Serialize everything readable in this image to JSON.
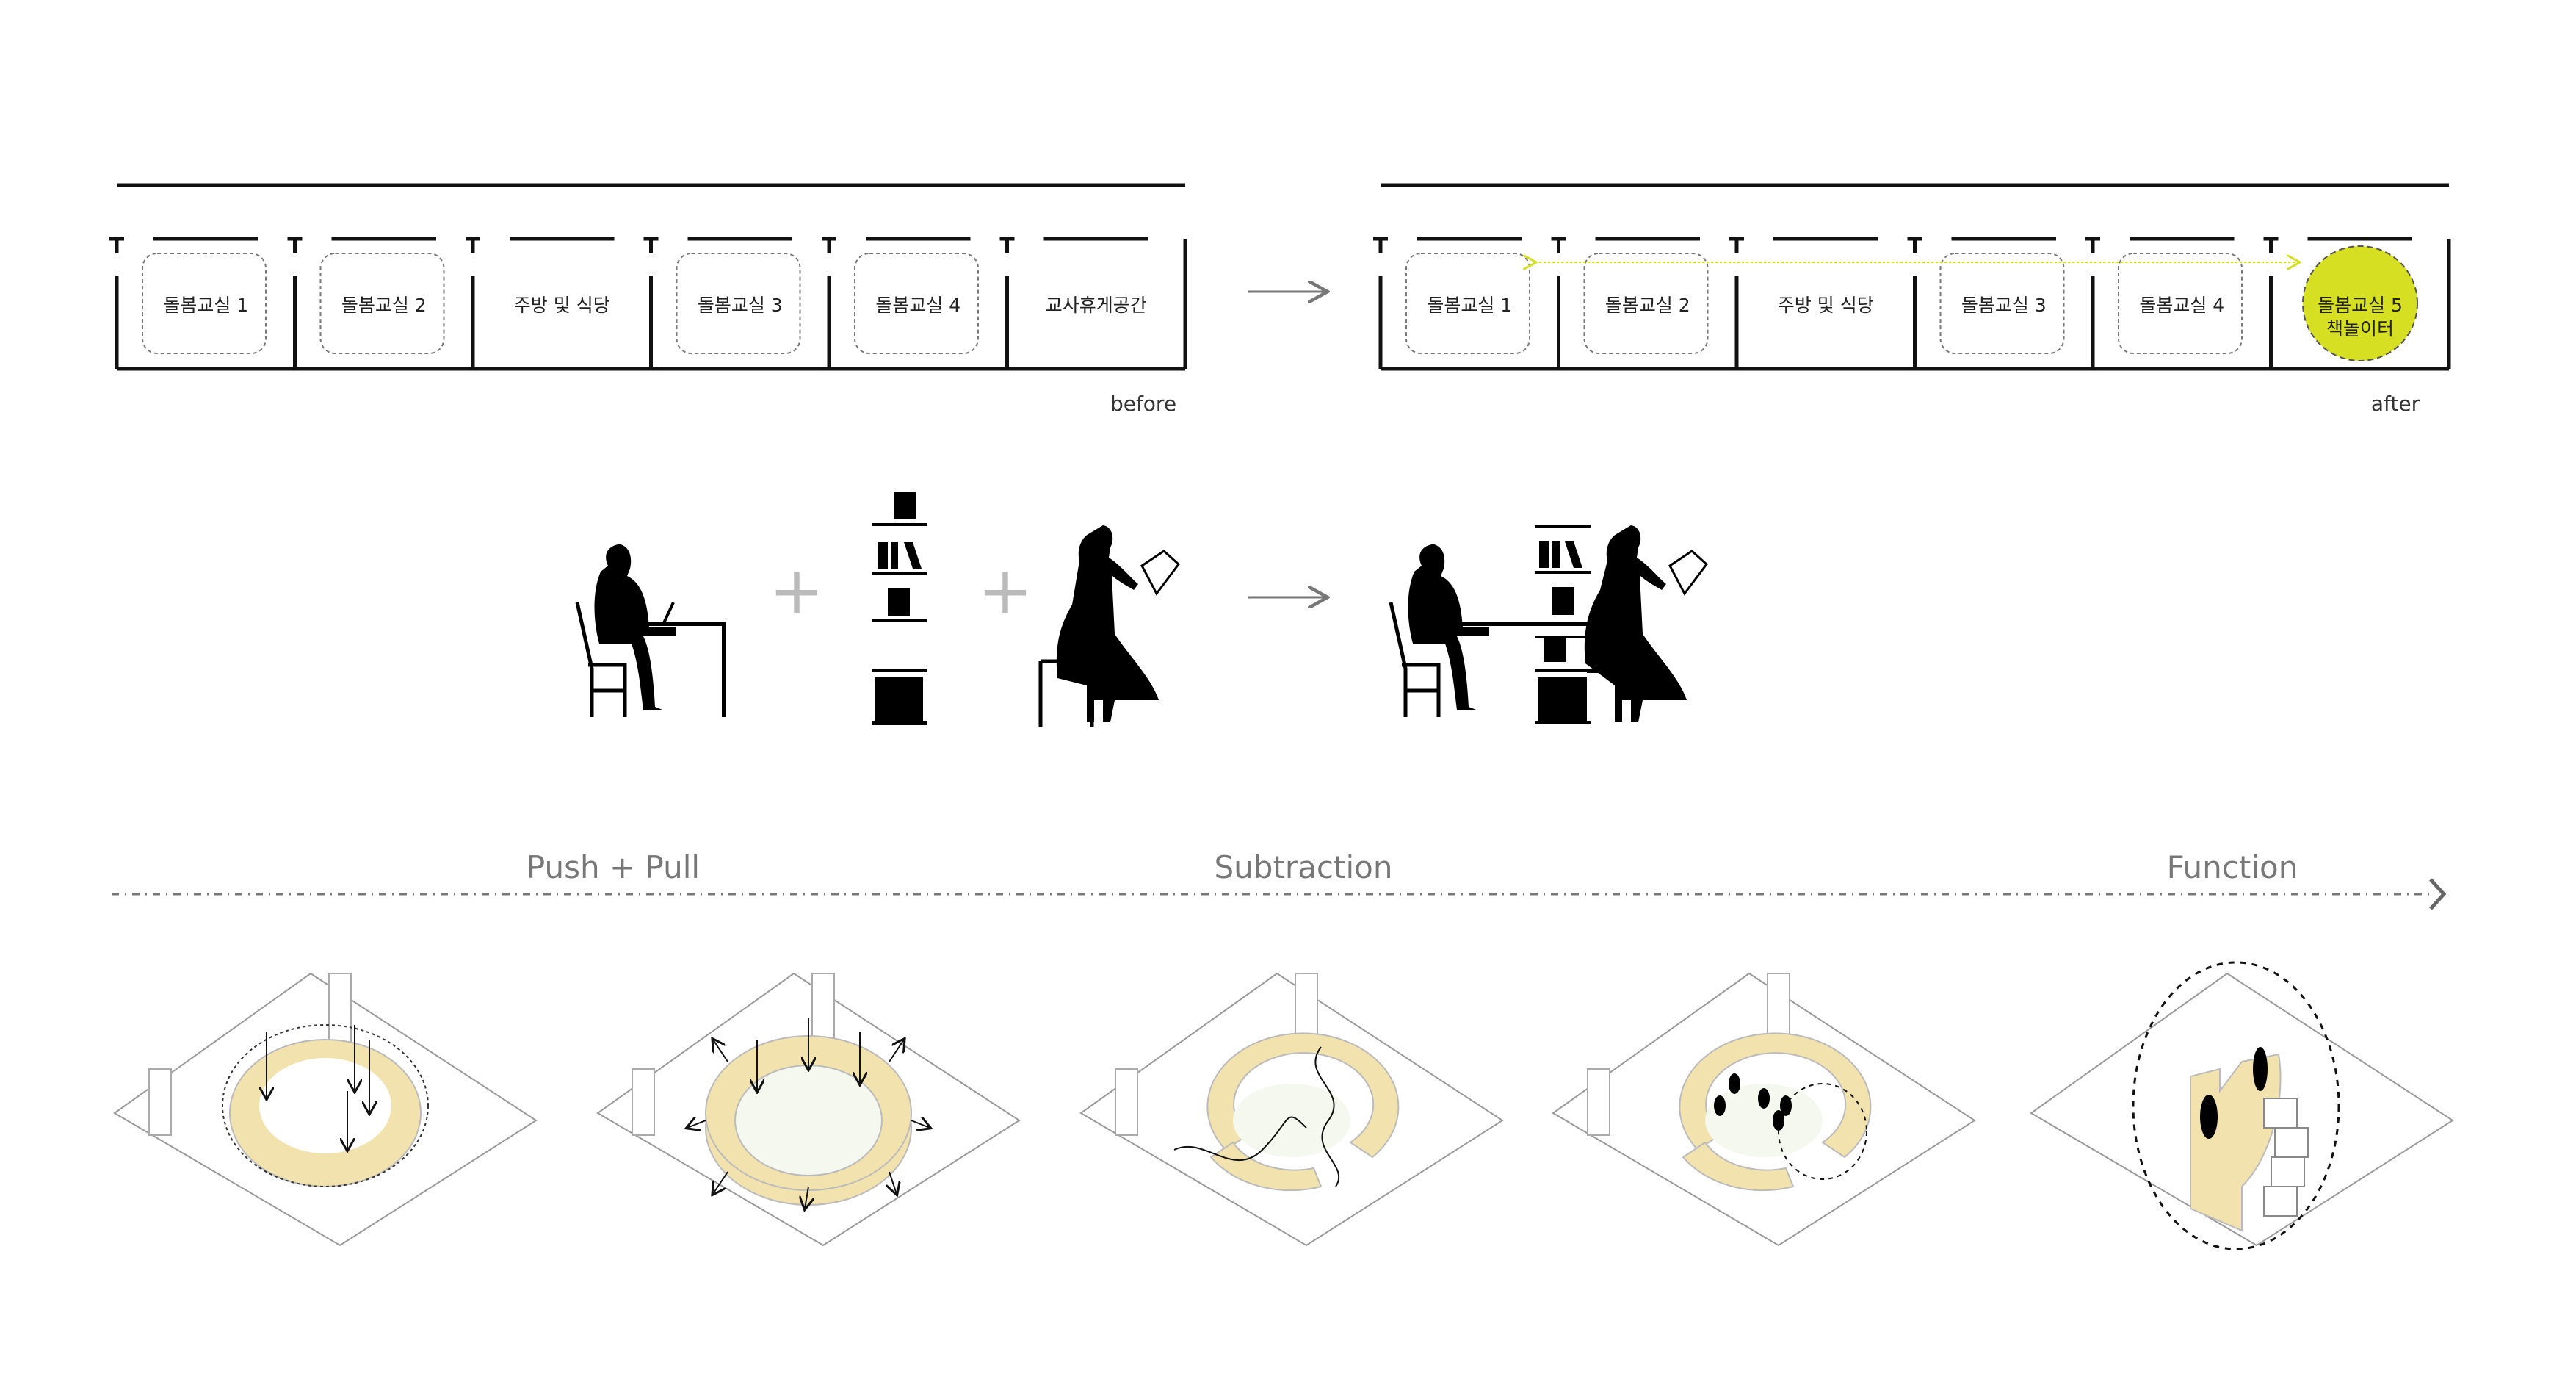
{
  "before_plan": {
    "rooms": [
      "돌봄교실 1",
      "돌봄교실 2",
      "주방 및 식당",
      "돌봄교실 3",
      "돌봄교실 4",
      "교사휴게공간"
    ],
    "label": "before"
  },
  "after_plan": {
    "rooms": [
      "돌봄교실 1",
      "돌봄교실 2",
      "주방 및 식당",
      "돌봄교실 3",
      "돌봄교실 4",
      "돌봄교실 5"
    ],
    "highlight_sub": "책놀이터",
    "label": "after",
    "highlight_color": "#d6df22"
  },
  "process": {
    "stages": [
      "Push + Pull",
      "Subtraction",
      "Function"
    ]
  },
  "colors": {
    "wood": "#f2e2ad",
    "line": "#999999"
  }
}
